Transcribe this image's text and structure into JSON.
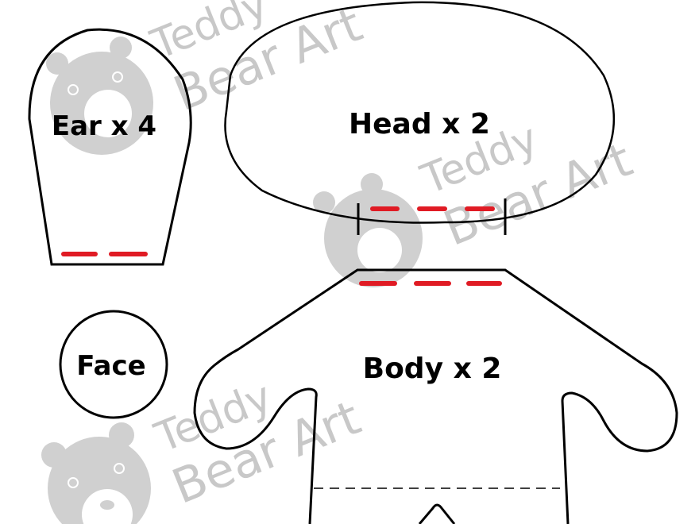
{
  "pattern": {
    "pieces": [
      {
        "id": "ear",
        "label": "Ear x 4"
      },
      {
        "id": "head",
        "label": "Head x 2"
      },
      {
        "id": "face",
        "label": "Face"
      },
      {
        "id": "body",
        "label": "Body x 2"
      }
    ]
  },
  "watermark": {
    "line1": "Teddy",
    "line2": "Bear Art"
  },
  "colors": {
    "outline": "#000000",
    "opening_marks": "#e01b24",
    "watermark": "#c8c8c8",
    "background": "#ffffff"
  }
}
